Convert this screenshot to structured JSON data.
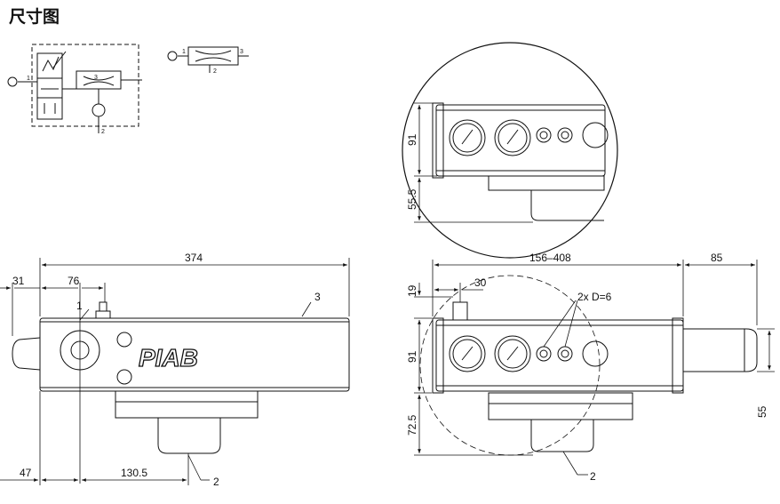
{
  "title": "尺寸图",
  "schematic_left": {
    "port_in": "1",
    "port_out": "2",
    "port_side": "3"
  },
  "schematic_right": {
    "port_in": "1",
    "port_out": "2",
    "port_side": "3"
  },
  "front_view": {
    "dim_total": "374",
    "dim_left": "31",
    "dim_center": "76",
    "dim_bottom_left": "47",
    "dim_bottom_center": "130.5",
    "label_1": "1",
    "label_2": "2",
    "label_3": "3",
    "brand": "PIAB"
  },
  "top_view": {
    "dim_length": "156–408",
    "dim_end": "85",
    "dim_19": "19",
    "dim_30": "30",
    "dim_91": "91",
    "dim_72_5": "72.5",
    "dim_55": "55",
    "holes_label": "2x D=6",
    "label_2": "2"
  },
  "detail_view": {
    "dim_91": "91",
    "dim_55_5": "55.5"
  }
}
